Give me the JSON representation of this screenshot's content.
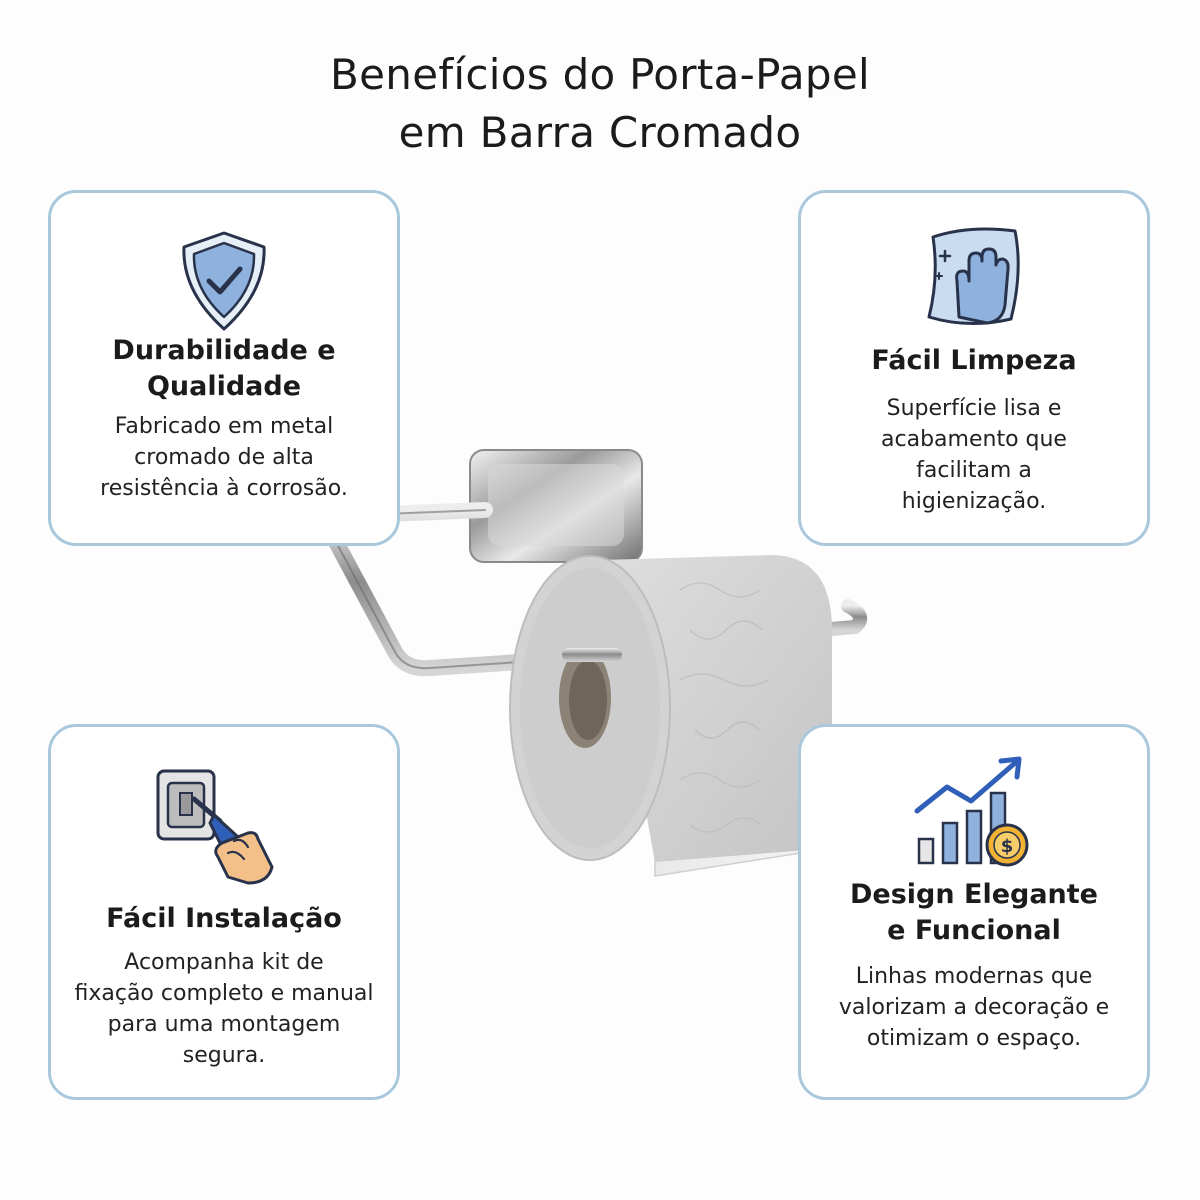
{
  "title": {
    "line1": "Benefícios do Porta-Papel",
    "line2": "em Barra Cromado"
  },
  "cards": [
    {
      "icon": "shield-check-icon",
      "title_line1": "Durabilidade e",
      "title_line2": "Qualidade",
      "text_lines": [
        "Fabricado em metal",
        "cromado de alta",
        "resistência à corrosão."
      ]
    },
    {
      "icon": "cleaning-cloth-hand-icon",
      "title_line1": "Fácil Limpeza",
      "title_line2": "",
      "text_lines": [
        "Superfície lisa e",
        "acabamento que",
        "facilitam a",
        "higienização."
      ]
    },
    {
      "icon": "screwdriver-wall-mount-icon",
      "title_line1": "Fácil Instalação",
      "title_line2": "",
      "text_lines": [
        "Acompanha kit de",
        "fixação completo e manual",
        "para uma montagem",
        "segura."
      ]
    },
    {
      "icon": "growth-chart-coin-icon",
      "title_line1": "Design Elegante",
      "title_line2": "e Funcional",
      "text_lines": [
        "Linhas modernas que",
        "valorizam a decoração e",
        "otimizam o espaço."
      ]
    }
  ],
  "colors": {
    "card_border": "#a9c8dc",
    "icon_blue": "#7fa6d6",
    "icon_light_blue": "#c9dcf0",
    "coin_gold": "#f2b233",
    "skin": "#f4c08a"
  }
}
